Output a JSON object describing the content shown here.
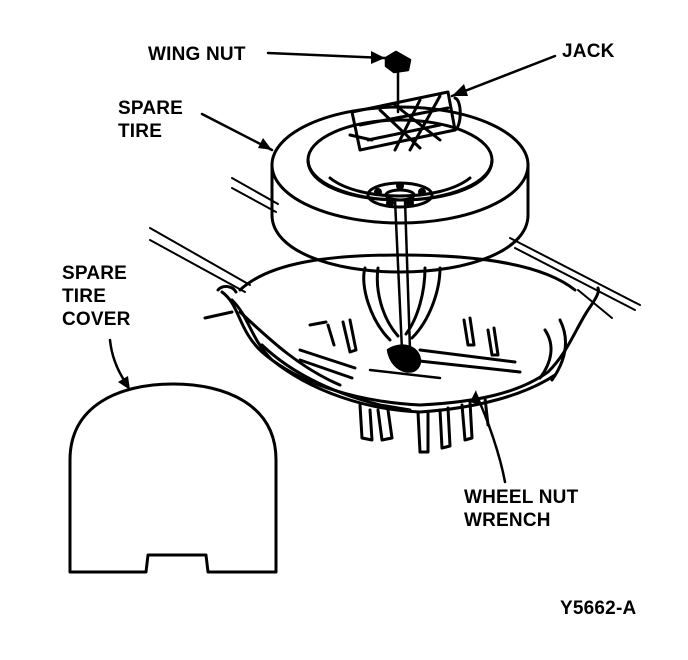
{
  "diagram": {
    "labels": {
      "wing_nut": "WING NUT",
      "jack": "JACK",
      "spare_tire": [
        "SPARE",
        "TIRE"
      ],
      "spare_tire_cover": [
        "SPARE",
        "TIRE",
        "COVER"
      ],
      "wheel_nut_wrench": [
        "WHEEL NUT",
        "WRENCH"
      ]
    },
    "figure_code": "Y5662-A"
  },
  "colors": {
    "ink": "#000000",
    "paper": "#ffffff"
  }
}
